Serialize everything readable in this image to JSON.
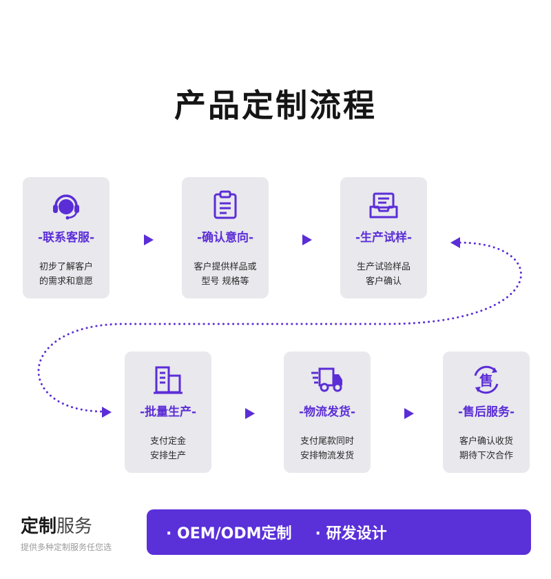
{
  "page": {
    "title": "产品定制流程"
  },
  "steps": [
    {
      "label": "-联系客服-",
      "desc_line1": "初步了解客户",
      "desc_line2": "的需求和意愿",
      "icon": "headset-icon"
    },
    {
      "label": "-确认意向-",
      "desc_line1": "客户提供样品或",
      "desc_line2": "型号 规格等",
      "icon": "clipboard-icon"
    },
    {
      "label": "-生产试样-",
      "desc_line1": "生产试验样品",
      "desc_line2": "客户确认",
      "icon": "inbox-tray-icon"
    },
    {
      "label": "-批量生产-",
      "desc_line1": "支付定金",
      "desc_line2": "安排生产",
      "icon": "factory-building-icon"
    },
    {
      "label": "-物流发货-",
      "desc_line1": "支付尾款同时",
      "desc_line2": "安排物流发货",
      "icon": "delivery-truck-icon"
    },
    {
      "label": "-售后服务-",
      "desc_line1": "客户确认收货",
      "desc_line2": "期待下次合作",
      "icon": "after-sales-icon"
    }
  ],
  "after_sales_glyph": "售",
  "footer": {
    "title_bold": "定制",
    "title_light": "服务",
    "subtitle": "提供多种定制服务任您选",
    "banner_items": [
      "· OEM/ODM定制",
      "· 研发设计"
    ]
  },
  "colors": {
    "accent": "#5b2dd6",
    "card_bg": "#e8e8ed",
    "banner_bg": "#5a30d9"
  }
}
